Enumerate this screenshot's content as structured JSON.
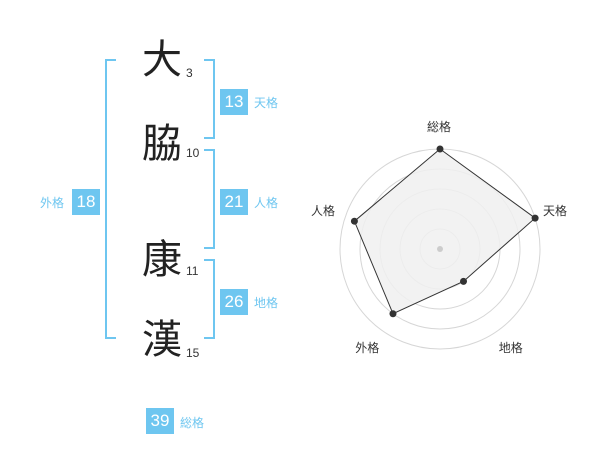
{
  "name": {
    "chars": [
      {
        "char": "大",
        "strokes": "3"
      },
      {
        "char": "脇",
        "strokes": "10"
      },
      {
        "char": "康",
        "strokes": "11"
      },
      {
        "char": "漢",
        "strokes": "15"
      }
    ]
  },
  "fortunes": {
    "tenkaku": {
      "value": "13",
      "label": "天格"
    },
    "jinkaku": {
      "value": "21",
      "label": "人格"
    },
    "chikaku": {
      "value": "26",
      "label": "地格"
    },
    "gaikaku": {
      "value": "18",
      "label": "外格"
    },
    "soukaku": {
      "value": "39",
      "label": "総格"
    }
  },
  "colors": {
    "accent": "#6ec6f0",
    "text": "#222222",
    "radar_fill": "#f0f0f0"
  },
  "chart_data": {
    "type": "radar",
    "axes": [
      "総格",
      "天格",
      "地格",
      "外格",
      "人格"
    ],
    "scale": [
      0,
      5
    ],
    "rings": 5,
    "values": [
      5,
      5,
      2,
      4,
      4.5
    ]
  }
}
